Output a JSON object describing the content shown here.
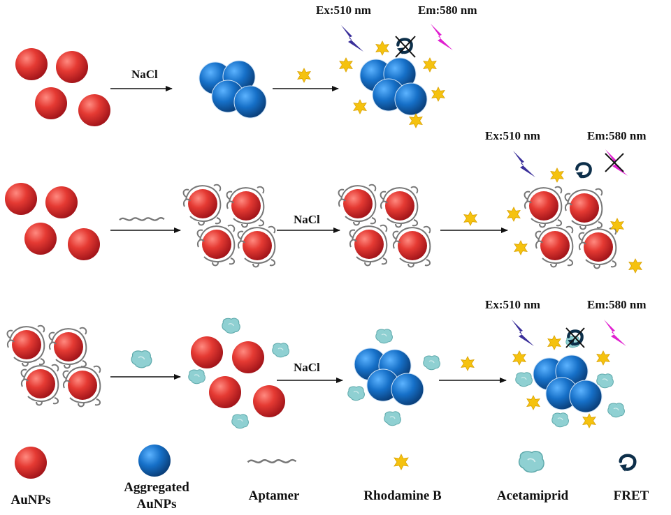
{
  "rows": {
    "row1": {
      "arrow_label": "NaCl",
      "ex_label": "Ex:510 nm",
      "em_label": "Em:580 nm"
    },
    "row2": {
      "arrow_label": "NaCl",
      "ex_label": "Ex:510 nm",
      "em_label": "Em:580 nm"
    },
    "row3": {
      "arrow_label": "NaCl",
      "ex_label": "Ex:510 nm",
      "em_label": "Em:580 nm"
    }
  },
  "legend": {
    "items": [
      "AuNPs",
      "Aggregated",
      "AuNPs",
      "Aptamer",
      "Rhodamine B",
      "Acetamiprid",
      "FRET"
    ]
  },
  "colors": {
    "aunp_red": "#e0302c",
    "aggregated_blue": "#1a6ec4",
    "rhodamine_yellow": "#f5c20f",
    "acetamiprid_teal": "#7cc6c8",
    "excitation_purple": "#3a2f9a",
    "emission_magenta": "#e020d0",
    "fret_navy": "#0d2f4a"
  }
}
